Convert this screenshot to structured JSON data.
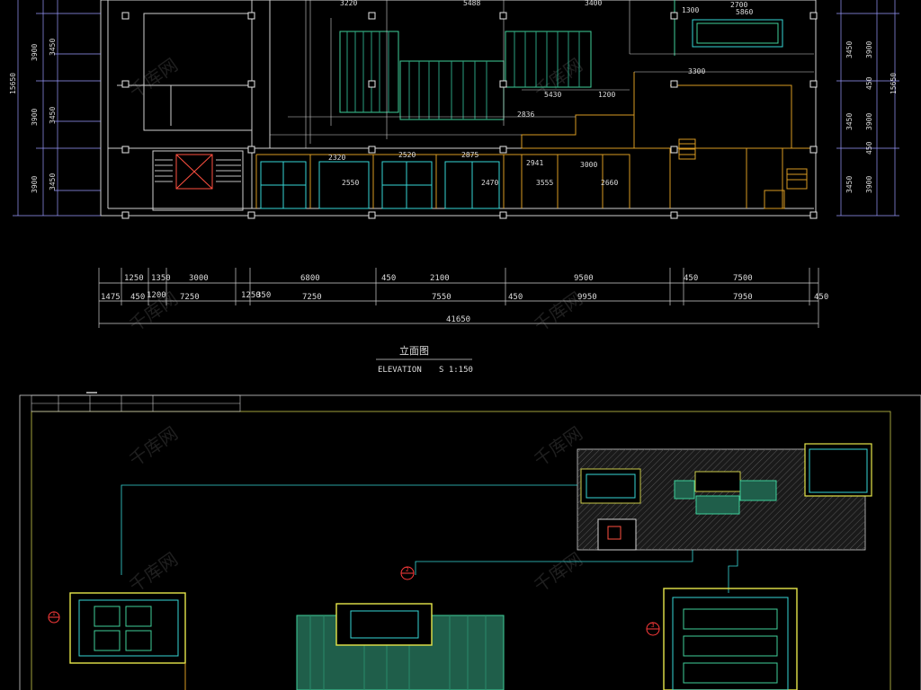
{
  "drawing": {
    "left_dims": [
      "15650",
      "3900",
      "3900",
      "3900",
      "3450",
      "3450",
      "3450"
    ],
    "right_dims": [
      "15650",
      "3900",
      "3900",
      "3900",
      "3450",
      "3450",
      "3450",
      "450",
      "450"
    ],
    "bottom_row1": [
      "1250",
      "1350",
      "3000",
      "6800",
      "450",
      "2100",
      "9500",
      "450",
      "7500"
    ],
    "bottom_row2": [
      "1475",
      "450",
      "1200",
      "7250",
      "1250",
      "350",
      "7250",
      "7550",
      "450",
      "9950",
      "7950",
      "450"
    ],
    "overall": "41650",
    "top_dims": [
      "3220",
      "5488",
      "3400",
      "1300",
      "2700",
      "5860",
      "3300"
    ],
    "interior_dims": [
      "2320",
      "2550",
      "2520",
      "2875",
      "3000",
      "2941",
      "3555",
      "2470",
      "2660",
      "5430",
      "1200",
      "2836"
    ]
  },
  "elevation": {
    "title_cn": "立面图",
    "subtitle": "ELEVATION",
    "scale": "S 1:150"
  },
  "markers": [
    "1",
    "2",
    "3"
  ],
  "watermark": "千库网"
}
